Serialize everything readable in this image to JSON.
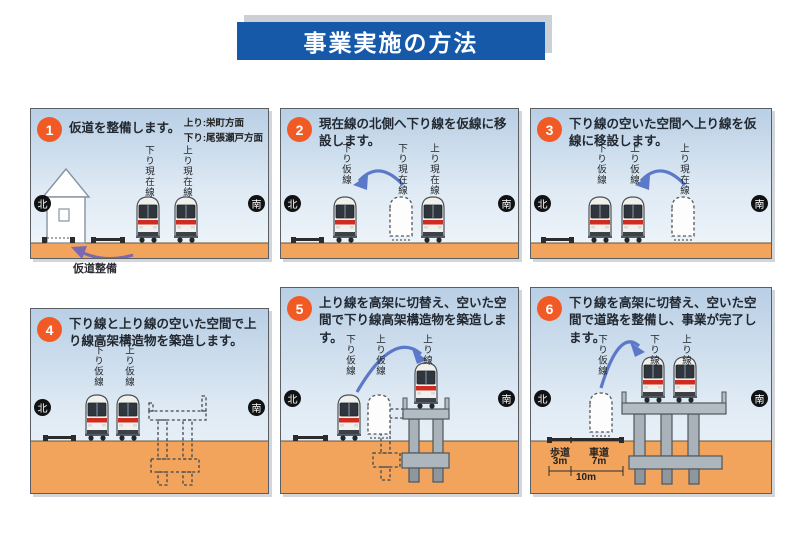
{
  "title": "事業実施の方法",
  "direction_legend": {
    "up": "上り:栄町方面",
    "down": "下り:尾張瀬戸方面"
  },
  "compass": {
    "north": "北",
    "south": "南"
  },
  "panels": [
    {
      "number": "1",
      "caption": "仮道を整備します。",
      "track_labels": [
        "下り現在線",
        "上り現在線"
      ],
      "annotation": "仮道整備"
    },
    {
      "number": "2",
      "caption": "現在線の北側へ下り線を仮線に移設します。",
      "track_labels": [
        "下り仮線",
        "下り現在線",
        "上り現在線"
      ]
    },
    {
      "number": "3",
      "caption": "下り線の空いた空間へ上り線を仮線に移設します。",
      "track_labels": [
        "下り仮線",
        "上り仮線",
        "上り現在線"
      ]
    },
    {
      "number": "4",
      "caption": "下り線と上り線の空いた空間で上り線高架構造物を築造します。",
      "track_labels": [
        "下り仮線",
        "上り仮線"
      ]
    },
    {
      "number": "5",
      "caption": "上り線を高架に切替え、空いた空間で下り線高架構造物を築造します。",
      "track_labels": [
        "下り仮線",
        "上り仮線",
        "上り線"
      ]
    },
    {
      "number": "6",
      "caption": "下り線を高架に切替え、空いた空間で道路を整備し、事業が完了します。",
      "track_labels": [
        "下り仮線",
        "下り線",
        "上り線"
      ],
      "road": {
        "sidewalk_label": "歩道",
        "sidewalk_width": "3m",
        "roadway_label": "車道",
        "roadway_width": "7m",
        "total_width": "10m"
      }
    }
  ],
  "colors": {
    "title_bg": "#1659a8",
    "badge": "#f15a24",
    "ground": "#f2a35c",
    "arrow_blue": "#5b79c8",
    "arrow_purple": "#7a68b0",
    "train_red": "#cf2b20"
  }
}
